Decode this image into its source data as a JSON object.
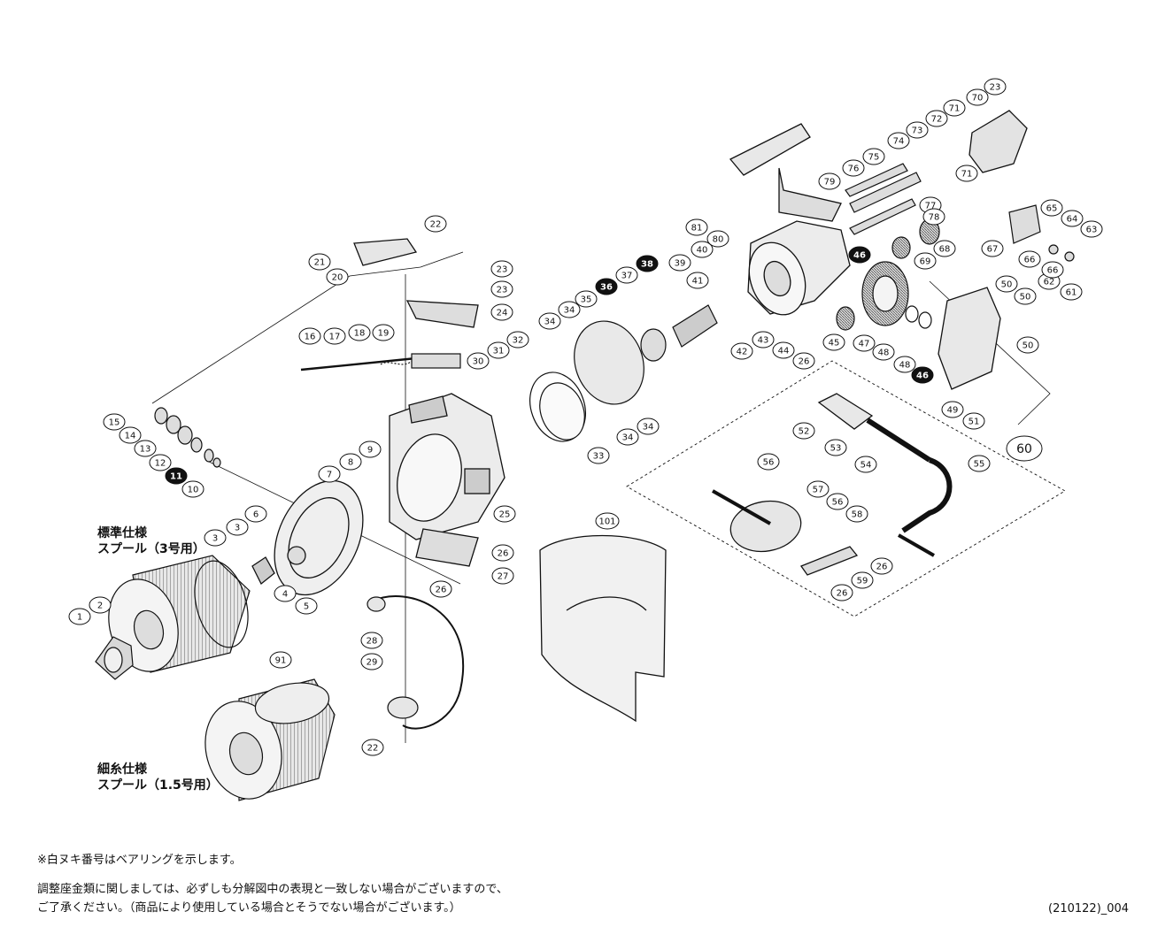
{
  "spool_standard": {
    "line1": "標準仕様",
    "line2": "スプール（3号用）"
  },
  "spool_fine": {
    "line1": "細糸仕様",
    "line2": "スプール（1.5号用）"
  },
  "notes": {
    "bearing": "※白ヌキ番号はベアリングを示します。",
    "adjust_line1": "調整座金類に関しましては、必ずしも分解図中の表現と一致しない場合がございますので、",
    "adjust_line2": "ご了承ください。（商品により使用している場合とそうでない場合がございます。）"
  },
  "diagram_code": "(210122)_004",
  "colors": {
    "ink": "#111111",
    "paper": "#ffffff",
    "bearing_fill": "#111111",
    "part_fill": "#f2f2f2",
    "part_shade": "#cfcfcf"
  },
  "part_callouts": [
    {
      "num": "1",
      "bearing": false
    },
    {
      "num": "2",
      "bearing": false
    },
    {
      "num": "3",
      "bearing": false
    },
    {
      "num": "3",
      "bearing": false
    },
    {
      "num": "4",
      "bearing": false
    },
    {
      "num": "5",
      "bearing": false
    },
    {
      "num": "6",
      "bearing": false
    },
    {
      "num": "7",
      "bearing": false
    },
    {
      "num": "8",
      "bearing": false
    },
    {
      "num": "9",
      "bearing": false
    },
    {
      "num": "10",
      "bearing": false
    },
    {
      "num": "11",
      "bearing": true
    },
    {
      "num": "12",
      "bearing": false
    },
    {
      "num": "13",
      "bearing": false
    },
    {
      "num": "14",
      "bearing": false
    },
    {
      "num": "15",
      "bearing": false
    },
    {
      "num": "16",
      "bearing": false
    },
    {
      "num": "17",
      "bearing": false
    },
    {
      "num": "18",
      "bearing": false
    },
    {
      "num": "19",
      "bearing": false
    },
    {
      "num": "20",
      "bearing": false
    },
    {
      "num": "21",
      "bearing": false
    },
    {
      "num": "22",
      "bearing": false
    },
    {
      "num": "22",
      "bearing": false
    },
    {
      "num": "23",
      "bearing": false
    },
    {
      "num": "23",
      "bearing": false
    },
    {
      "num": "23",
      "bearing": false
    },
    {
      "num": "24",
      "bearing": false
    },
    {
      "num": "25",
      "bearing": false
    },
    {
      "num": "26",
      "bearing": false
    },
    {
      "num": "26",
      "bearing": false
    },
    {
      "num": "26",
      "bearing": false
    },
    {
      "num": "26",
      "bearing": false
    },
    {
      "num": "26",
      "bearing": false
    },
    {
      "num": "27",
      "bearing": false
    },
    {
      "num": "28",
      "bearing": false
    },
    {
      "num": "29",
      "bearing": false
    },
    {
      "num": "30",
      "bearing": false
    },
    {
      "num": "31",
      "bearing": false
    },
    {
      "num": "32",
      "bearing": false
    },
    {
      "num": "33",
      "bearing": false
    },
    {
      "num": "34",
      "bearing": false
    },
    {
      "num": "34",
      "bearing": false
    },
    {
      "num": "34",
      "bearing": false
    },
    {
      "num": "34",
      "bearing": false
    },
    {
      "num": "35",
      "bearing": false
    },
    {
      "num": "36",
      "bearing": true
    },
    {
      "num": "37",
      "bearing": false
    },
    {
      "num": "38",
      "bearing": true
    },
    {
      "num": "39",
      "bearing": false
    },
    {
      "num": "40",
      "bearing": false
    },
    {
      "num": "41",
      "bearing": false
    },
    {
      "num": "42",
      "bearing": false
    },
    {
      "num": "43",
      "bearing": false
    },
    {
      "num": "44",
      "bearing": false
    },
    {
      "num": "45",
      "bearing": false
    },
    {
      "num": "46",
      "bearing": true
    },
    {
      "num": "46",
      "bearing": true
    },
    {
      "num": "47",
      "bearing": false
    },
    {
      "num": "48",
      "bearing": false
    },
    {
      "num": "48",
      "bearing": false
    },
    {
      "num": "49",
      "bearing": false
    },
    {
      "num": "50",
      "bearing": false
    },
    {
      "num": "50",
      "bearing": false
    },
    {
      "num": "50",
      "bearing": false
    },
    {
      "num": "51",
      "bearing": false
    },
    {
      "num": "52",
      "bearing": false
    },
    {
      "num": "53",
      "bearing": false
    },
    {
      "num": "54",
      "bearing": false
    },
    {
      "num": "55",
      "bearing": false
    },
    {
      "num": "56",
      "bearing": false
    },
    {
      "num": "56",
      "bearing": false
    },
    {
      "num": "57",
      "bearing": false
    },
    {
      "num": "58",
      "bearing": false
    },
    {
      "num": "59",
      "bearing": false
    },
    {
      "num": "60",
      "bearing": false
    },
    {
      "num": "61",
      "bearing": false
    },
    {
      "num": "62",
      "bearing": false
    },
    {
      "num": "63",
      "bearing": false
    },
    {
      "num": "64",
      "bearing": false
    },
    {
      "num": "65",
      "bearing": false
    },
    {
      "num": "66",
      "bearing": false
    },
    {
      "num": "66",
      "bearing": false
    },
    {
      "num": "67",
      "bearing": false
    },
    {
      "num": "68",
      "bearing": false
    },
    {
      "num": "69",
      "bearing": false
    },
    {
      "num": "70",
      "bearing": false
    },
    {
      "num": "71",
      "bearing": false
    },
    {
      "num": "71",
      "bearing": false
    },
    {
      "num": "72",
      "bearing": false
    },
    {
      "num": "73",
      "bearing": false
    },
    {
      "num": "74",
      "bearing": false
    },
    {
      "num": "75",
      "bearing": false
    },
    {
      "num": "76",
      "bearing": false
    },
    {
      "num": "77",
      "bearing": false
    },
    {
      "num": "78",
      "bearing": false
    },
    {
      "num": "79",
      "bearing": false
    },
    {
      "num": "80",
      "bearing": false
    },
    {
      "num": "81",
      "bearing": false
    },
    {
      "num": "91",
      "bearing": false
    },
    {
      "num": "101",
      "bearing": false
    }
  ]
}
